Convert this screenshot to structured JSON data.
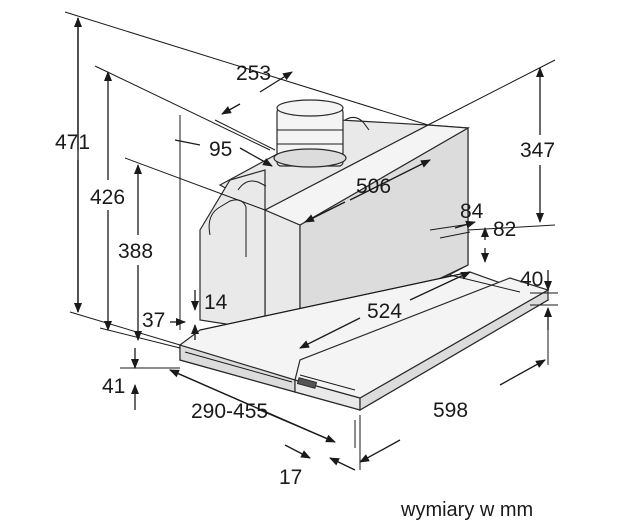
{
  "dimensions": {
    "d471": "471",
    "d426": "426",
    "d388": "388",
    "d253": "253",
    "d95": "95",
    "d506": "506",
    "d347": "347",
    "d84": "84",
    "d82": "82",
    "d40": "40",
    "d524": "524",
    "d14": "14",
    "d37": "37",
    "d41": "41",
    "d290_455": "290-455",
    "d598": "598",
    "d17": "17"
  },
  "units_note": "wymiary w mm"
}
